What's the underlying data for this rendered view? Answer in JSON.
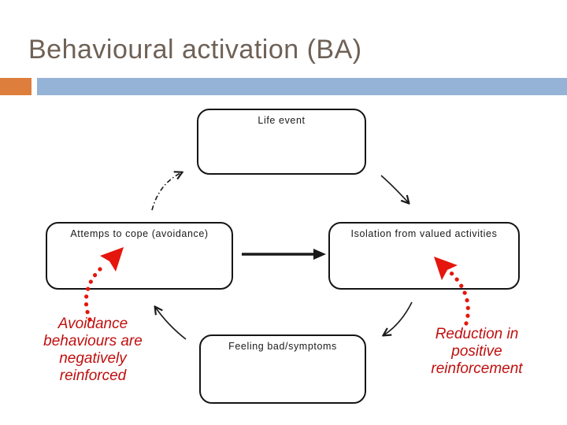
{
  "slide": {
    "title": "Behavioural activation (BA)"
  },
  "theme": {
    "background": "#ffffff",
    "title_color": "#6f6156",
    "accent_orange": "#dd7e3d",
    "accent_blue": "#95b3d7",
    "diagram_line_color": "#1a1a1a",
    "red_annotation_color": "#c00f0f",
    "red_arrow_color": "#e5160d"
  },
  "diagram": {
    "boxes": {
      "top": {
        "label": "Life event"
      },
      "left": {
        "label": "Attemps to cope (avoidance)"
      },
      "right": {
        "label": "Isolation from valued activities"
      },
      "bottom": {
        "label": "Feeling bad/symptoms"
      }
    },
    "annotations": {
      "left": {
        "text": "Avoidance behaviours are negatively reinforced",
        "lines": [
          "Avoidance",
          "behaviours are",
          "negatively",
          "reinforced"
        ]
      },
      "right": {
        "text": "Reduction in positive reinforcement",
        "lines": [
          "Reduction in",
          "positive",
          "reinforcement"
        ]
      }
    }
  }
}
